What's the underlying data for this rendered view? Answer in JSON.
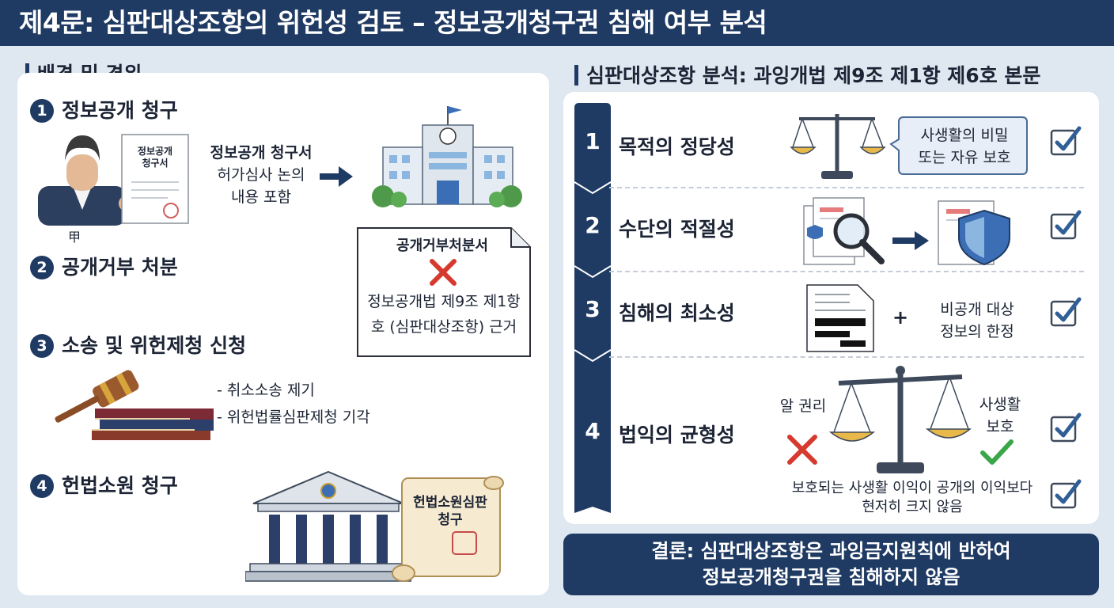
{
  "title": "제4문: 심판대상조항의 위헌성 검토 – 정보공개청구권 침해 여부 분석",
  "left": {
    "heading": "배경 및 경위",
    "steps": [
      {
        "num": "1",
        "label": "정보공개 청구"
      },
      {
        "num": "2",
        "label": "공개거부 처분"
      },
      {
        "num": "3",
        "label": "소송 및 위헌제청 신청"
      },
      {
        "num": "4",
        "label": "헌법소원 청구"
      }
    ],
    "request_doc_title": "정보공개\n청구서",
    "person_label": "甲",
    "request_text_1": "정보공개 청구서",
    "request_text_2": "허가심사 논의",
    "request_text_3": "내용 포함",
    "refusal_doc_title": "공개거부처분서",
    "refusal_text_1": "정보공개법 제9조 제1항",
    "refusal_text_2": "호 (심판대상조항) 근거",
    "lawsuit_items": [
      "- 취소소송 제기",
      "- 위헌법률심판제청 기각"
    ],
    "petition_scroll_1": "헌법소원심판",
    "petition_scroll_2": "청구"
  },
  "right": {
    "heading": "심판대상조항 분석: 과잉개법 제9조 제1항 제6호 본문",
    "rows": [
      {
        "num": "1",
        "label": "목적의 정당성"
      },
      {
        "num": "2",
        "label": "수단의 적절성"
      },
      {
        "num": "3",
        "label": "침해의 최소성"
      },
      {
        "num": "4",
        "label": "법익의 균형성"
      }
    ],
    "purpose_bubble_1": "사생활의 비밀",
    "purpose_bubble_2": "또는 자유 보호",
    "minimal_text_1": "비공개 대상",
    "minimal_text_2": "정보의 한정",
    "plus": "+",
    "balance_left": "알 권리",
    "balance_right_1": "사생활",
    "balance_right_2": "보호",
    "balance_note_1": "보호되는 사생활 이익이 공개의 이익보다",
    "balance_note_2": "현저히 크지 않음"
  },
  "conclusion": {
    "line1": "결론: 심판대상조항은 과잉금지원칙에 반하여",
    "line2": "정보공개청구권을 침해하지 않음"
  },
  "colors": {
    "navy": "#1f3a63",
    "check_blue": "#2f5f96",
    "cross_red": "#d63a2f",
    "check_green": "#3aa64a",
    "gold": "#e8b84a"
  },
  "icons": [
    "person-icon",
    "document-icon",
    "arrow-right-icon",
    "building-icon",
    "cross-icon",
    "gavel-icon",
    "books-icon",
    "court-building-icon",
    "scroll-icon",
    "scale-icon",
    "magnifier-icon",
    "shield-icon",
    "redacted-document-icon",
    "checkbox-check-icon",
    "check-icon"
  ]
}
